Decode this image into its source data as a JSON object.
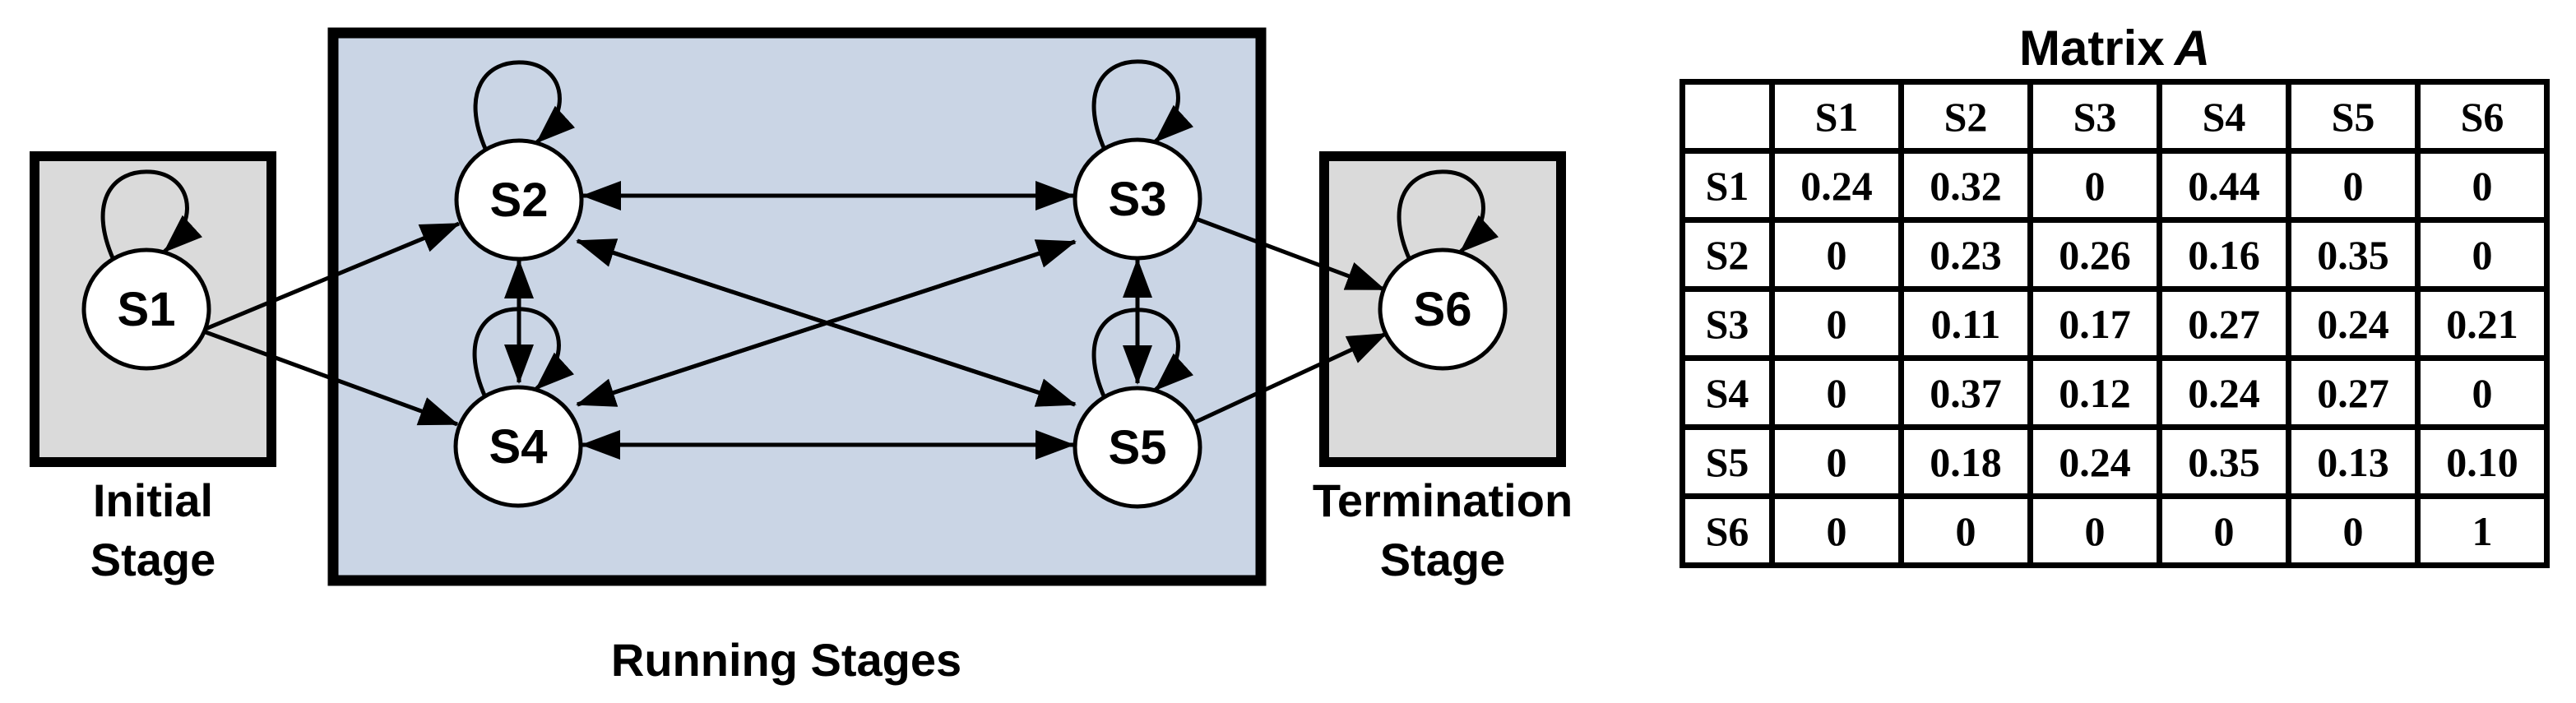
{
  "diagram": {
    "initial_stage": {
      "label_line1": "Initial",
      "label_line2": "Stage"
    },
    "running_stage": {
      "label": "Running Stages"
    },
    "termination_stage": {
      "label_line1": "Termination",
      "label_line2": "Stage"
    },
    "nodes": [
      {
        "id": "S1",
        "label": "S1",
        "stage": "initial"
      },
      {
        "id": "S2",
        "label": "S2",
        "stage": "running"
      },
      {
        "id": "S3",
        "label": "S3",
        "stage": "running"
      },
      {
        "id": "S4",
        "label": "S4",
        "stage": "running"
      },
      {
        "id": "S5",
        "label": "S5",
        "stage": "running"
      },
      {
        "id": "S6",
        "label": "S6",
        "stage": "termination"
      }
    ],
    "edges": [
      {
        "from": "S1",
        "to": "S1",
        "self_loop": true
      },
      {
        "from": "S2",
        "to": "S2",
        "self_loop": true
      },
      {
        "from": "S3",
        "to": "S3",
        "self_loop": true
      },
      {
        "from": "S4",
        "to": "S4",
        "self_loop": true
      },
      {
        "from": "S5",
        "to": "S5",
        "self_loop": true
      },
      {
        "from": "S6",
        "to": "S6",
        "self_loop": true
      },
      {
        "from": "S1",
        "to": "S2",
        "bidirectional": false
      },
      {
        "from": "S1",
        "to": "S4",
        "bidirectional": false
      },
      {
        "from": "S2",
        "to": "S3",
        "bidirectional": true
      },
      {
        "from": "S2",
        "to": "S4",
        "bidirectional": true
      },
      {
        "from": "S2",
        "to": "S5",
        "bidirectional": true
      },
      {
        "from": "S3",
        "to": "S4",
        "bidirectional": true
      },
      {
        "from": "S3",
        "to": "S5",
        "bidirectional": true
      },
      {
        "from": "S4",
        "to": "S5",
        "bidirectional": true
      },
      {
        "from": "S3",
        "to": "S6",
        "bidirectional": false
      },
      {
        "from": "S5",
        "to": "S6",
        "bidirectional": false
      }
    ],
    "colors": {
      "stage_box_fill": "#dadada",
      "running_box_fill": "#cad5e5",
      "node_fill": "#ffffff",
      "line": "#000000"
    }
  },
  "matrix": {
    "title_main": "Matrix",
    "title_var": "A",
    "col_headers": [
      "S1",
      "S2",
      "S3",
      "S4",
      "S5",
      "S6"
    ],
    "rows": [
      {
        "header": "S1",
        "values": [
          "0.24",
          "0.32",
          "0",
          "0.44",
          "0",
          "0"
        ]
      },
      {
        "header": "S2",
        "values": [
          "0",
          "0.23",
          "0.26",
          "0.16",
          "0.35",
          "0"
        ]
      },
      {
        "header": "S3",
        "values": [
          "0",
          "0.11",
          "0.17",
          "0.27",
          "0.24",
          "0.21"
        ]
      },
      {
        "header": "S4",
        "values": [
          "0",
          "0.37",
          "0.12",
          "0.24",
          "0.27",
          "0"
        ]
      },
      {
        "header": "S5",
        "values": [
          "0",
          "0.18",
          "0.24",
          "0.35",
          "0.13",
          "0.10"
        ]
      },
      {
        "header": "S6",
        "values": [
          "0",
          "0",
          "0",
          "0",
          "0",
          "1"
        ]
      }
    ]
  }
}
